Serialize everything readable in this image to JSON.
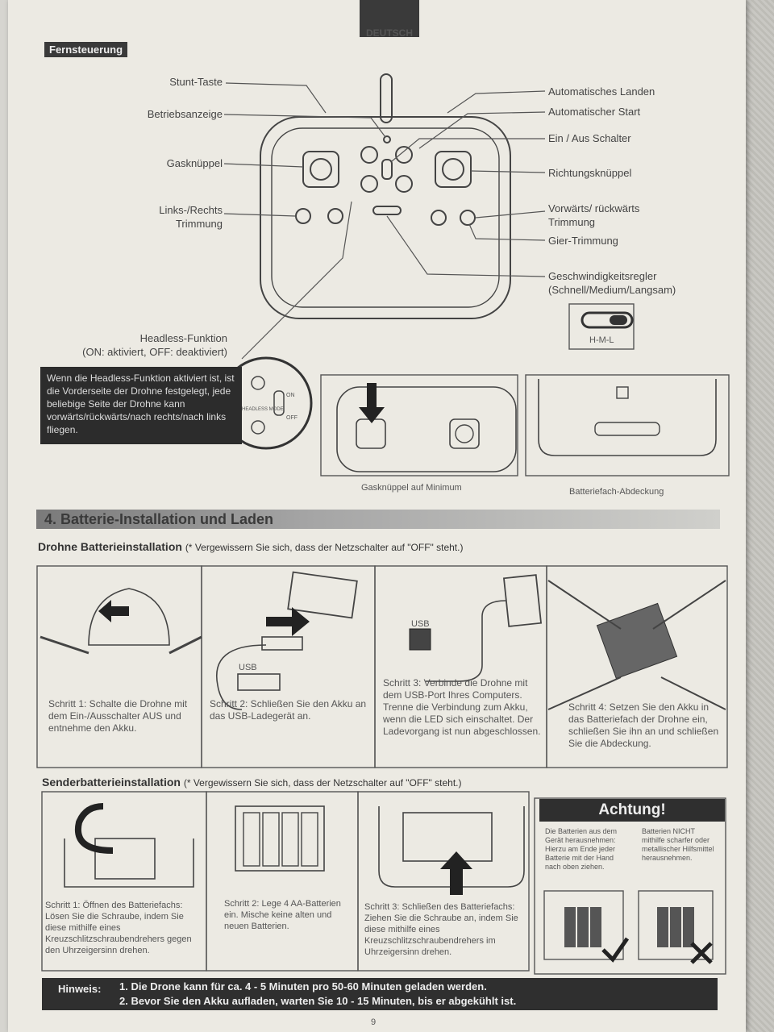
{
  "header": {
    "language": "DEUTSCH",
    "section": "Fernsteuerung"
  },
  "remote_labels": {
    "stunt": "Stunt-Taste",
    "status": "Betriebsanzeige",
    "throttle": "Gasknüppel",
    "trim_lr_1": "Links-/Rechts",
    "trim_lr_2": "Trimmung",
    "auto_land": "Automatisches Landen",
    "auto_start": "Automatischer Start",
    "power": "Ein / Aus Schalter",
    "direction": "Richtungsknüppel",
    "trim_fb_1": "Vorwärts/ rückwärts",
    "trim_fb_2": "Trimmung",
    "yaw": "Gier-Trimmung",
    "speed_1": "Geschwindigkeitsregler",
    "speed_2": "(Schnell/Medium/Langsam)",
    "hml": "H-M-L",
    "headless_1": "Headless-Funktion",
    "headless_2": "(ON: aktiviert, OFF: deaktiviert)",
    "headless_text": "Wenn die Headless-Funktion aktiviert ist, ist die Vorderseite der Drohne festgelegt, jede beliebige Seite der Drohne kann vorwärts/rückwärts/nach rechts/nach links fliegen.",
    "headless_btn": "HEADLESS MODE",
    "on": "ON",
    "off": "OFF",
    "gas_min": "Gasknüppel auf Minimum",
    "battery_cover": "Batteriefach-Abdeckung"
  },
  "battery_section": {
    "title": "4. Batterie-Installation und Laden",
    "drone_title": "Drohne Batterieinstallation",
    "drone_note": "(* Vergewissern Sie sich, dass der Netzschalter auf \"OFF\" steht.)",
    "usb": "USB",
    "step1": "Schritt 1: Schalte die Drohne mit dem Ein-/Ausschalter AUS und entnehme den Akku.",
    "step2": "Schritt 2: Schließen Sie den Akku an das USB-Ladegerät an.",
    "step3": "Schritt 3: Verbinde die Drohne mit dem USB-Port Ihres Computers. Trenne die Verbindung zum Akku, wenn die LED sich einschaltet. Der Ladevorgang ist nun abgeschlossen.",
    "step4": "Schritt 4: Setzen Sie den Akku in das Batteriefach der Drohne ein, schließen Sie ihn an und schließen Sie die Abdeckung.",
    "tx_title": "Senderbatterieinstallation",
    "tx_note": "(* Vergewissern Sie sich, dass der Netzschalter auf \"OFF\" steht.)",
    "tx_step1": "Schritt 1: Öffnen des Batteriefachs: Lösen Sie die Schraube, indem Sie diese mithilfe eines Kreuzschlitzschraubendrehers gegen den Uhrzeigersinn drehen.",
    "tx_step2": "Schritt 2: Lege 4 AA-Batterien ein. Mische keine alten und neuen Batterien.",
    "tx_step3": "Schritt 3: Schließen des Batteriefachs: Ziehen Sie die Schraube an, indem Sie diese mithilfe eines Kreuzschlitzschraubendrehers im Uhrzeigersinn drehen.",
    "warn_title": "Achtung!",
    "warn_col1": "Die Batterien aus dem Gerät herausnehmen: Hierzu am Ende jeder Batterie mit der Hand nach oben ziehen.",
    "warn_col2": "Batterien NICHT mithilfe scharfer oder metallischer Hilfsmittel herausnehmen."
  },
  "note": {
    "label": "Hinweis:",
    "line1": "1. Die Drone kann für ca. 4 - 5 Minuten pro 50-60 Minuten geladen werden.",
    "line2": "2. Bevor Sie den Akku aufladen, warten Sie 10 - 15 Minuten, bis er abgekühlt ist."
  },
  "page_number": "9"
}
